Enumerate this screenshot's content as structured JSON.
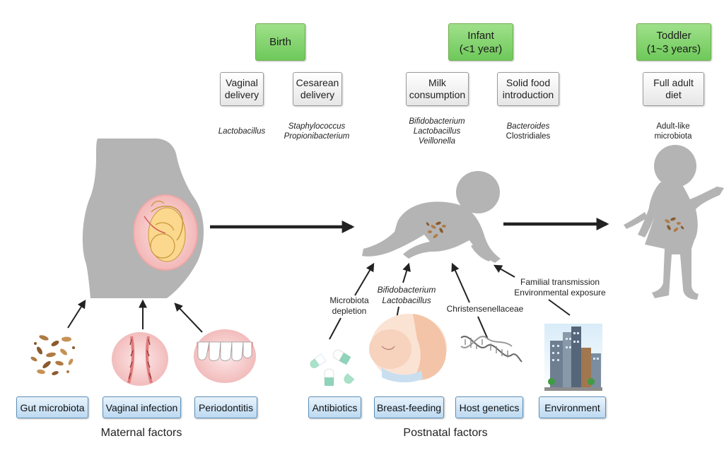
{
  "stages": {
    "birth": {
      "label": "Birth"
    },
    "infant": {
      "line1": "Infant",
      "line2": "(<1 year)"
    },
    "toddler": {
      "line1": "Toddler",
      "line2": "(1~3 years)"
    }
  },
  "substages": {
    "vaginal": {
      "line1": "Vaginal",
      "line2": "delivery"
    },
    "cesarean": {
      "line1": "Cesarean",
      "line2": "delivery"
    },
    "milk": {
      "line1": "Milk",
      "line2": "consumption"
    },
    "solid": {
      "line1": "Solid food",
      "line2": "introduction"
    },
    "adult_diet": {
      "line1": "Full adult",
      "line2": "diet"
    }
  },
  "bacteria": {
    "vaginal": [
      "Lactobacillus"
    ],
    "cesarean": [
      "Staphylococcus",
      "Propionibacterium"
    ],
    "milk": [
      "Bifidobacterium",
      "Lactobacillus",
      "Veillonella"
    ],
    "solid": [
      "Bacteroides",
      "Clostridiales"
    ],
    "toddler": [
      "Adult-like",
      "microbiota"
    ]
  },
  "maternal_factors": {
    "caption": "Maternal factors",
    "items": [
      "Gut microbiota",
      "Vaginal infection",
      "Periodontitis"
    ]
  },
  "postnatal_factors": {
    "caption": "Postnatal factors",
    "items": [
      "Antibiotics",
      "Breast-feeding",
      "Host genetics",
      "Environment"
    ]
  },
  "arrow_labels": {
    "antibiotics": [
      "Microbiota",
      "depletion"
    ],
    "breastfeeding": [
      "Bifidobacterium",
      "Lactobacillus"
    ],
    "genetics": [
      "Christensenellaceae"
    ],
    "environment": [
      "Familial transmission",
      "Environmental exposure"
    ]
  },
  "colors": {
    "silhouette": "#b3b3b3",
    "stage_green": "#7fd36a",
    "factor_blue": "#cfe4f6",
    "womb_pink": "#f7c9c9",
    "fetus": "#fbd88d"
  },
  "icons": [
    "pregnant-woman-icon",
    "fetus-icon",
    "crawling-baby-icon",
    "toddler-icon",
    "gut-microbiota-icon",
    "vaginal-infection-icon",
    "teeth-icon",
    "pills-icon",
    "breastfeeding-icon",
    "dna-icon",
    "city-icon"
  ]
}
